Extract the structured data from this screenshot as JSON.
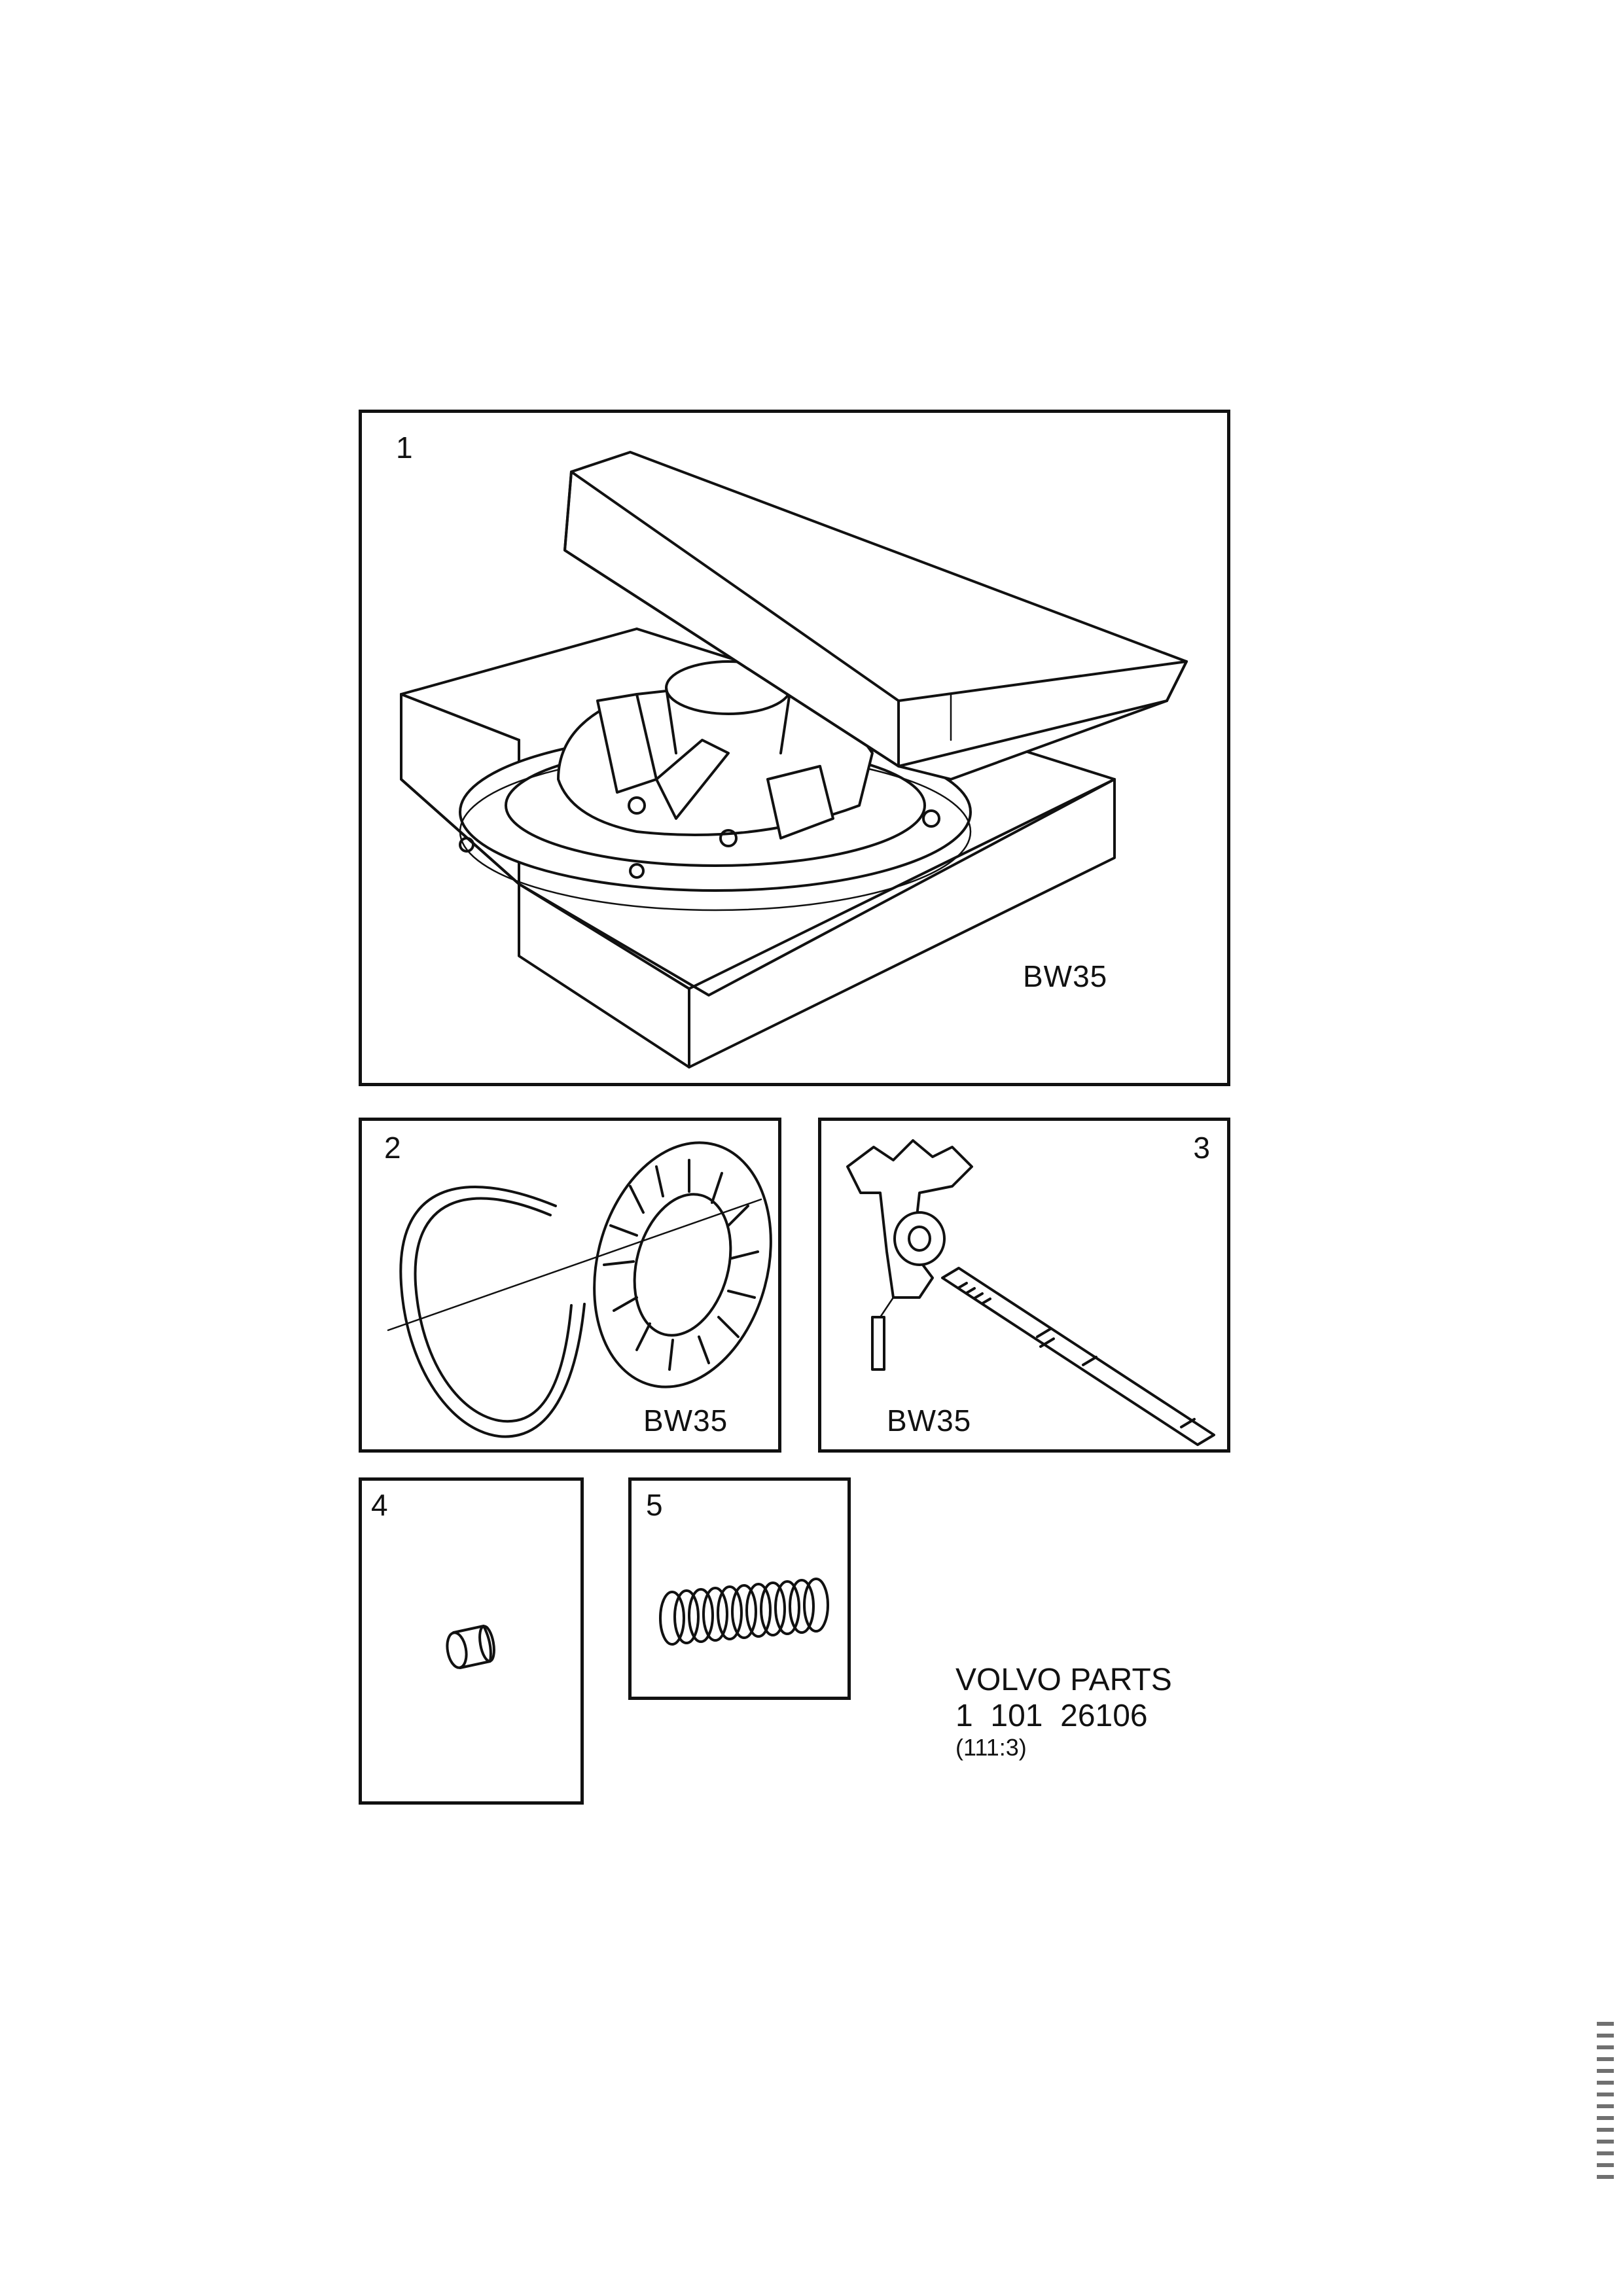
{
  "panels": [
    {
      "number": "1",
      "label": "BW35",
      "part": "pump-in-box-icon"
    },
    {
      "number": "2",
      "label": "BW35",
      "part": "ring-and-washer-icon"
    },
    {
      "number": "3",
      "label": "BW35",
      "part": "selector-lever-shaft-icon"
    },
    {
      "number": "4",
      "label": "",
      "part": "roller-icon"
    },
    {
      "number": "5",
      "label": "",
      "part": "coil-spring-icon"
    }
  ],
  "caption": {
    "brand": "VOLVO PARTS",
    "part_number": "1  101  26106",
    "code": "(111:3)"
  }
}
